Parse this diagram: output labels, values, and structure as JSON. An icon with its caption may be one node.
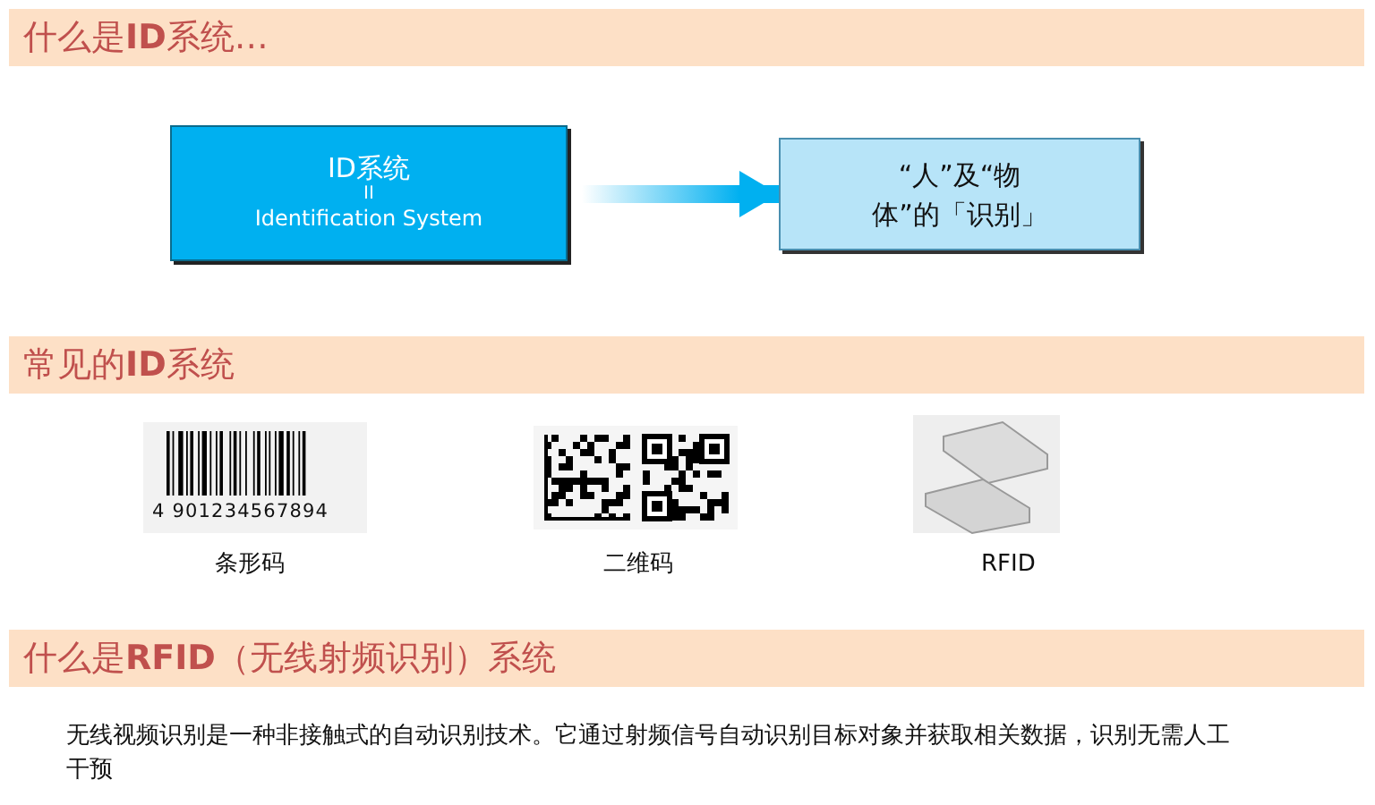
{
  "diagram": {
    "nodes": [
      {
        "text": [
          "什么是**ID**系统…"
        ]
      },
      {
        "text": [
          "ID系统",
          "II",
          "Identification System"
        ]
      },
      {
        "text": [
          "“人”及“物体”的「识别」"
        ]
      },
      {
        "text": [
          "常见的**ID**系统"
        ]
      },
      {
        "text": [
          "什么是**RFID**（无线射频识别）系统"
        ]
      }
    ],
    "edges": [
      {
        "from": 1,
        "to": 2,
        "arrow": "to",
        "style": "thick"
      }
    ],
    "labels": [
      "4 901234567894",
      "条形码",
      "二维码",
      "RFID",
      "无线视频识别是一种非接触式的自动识别技术。它通过射频信号自动识别目标对象并获取相关数据，识别无需人工干预"
    ]
  }
}
